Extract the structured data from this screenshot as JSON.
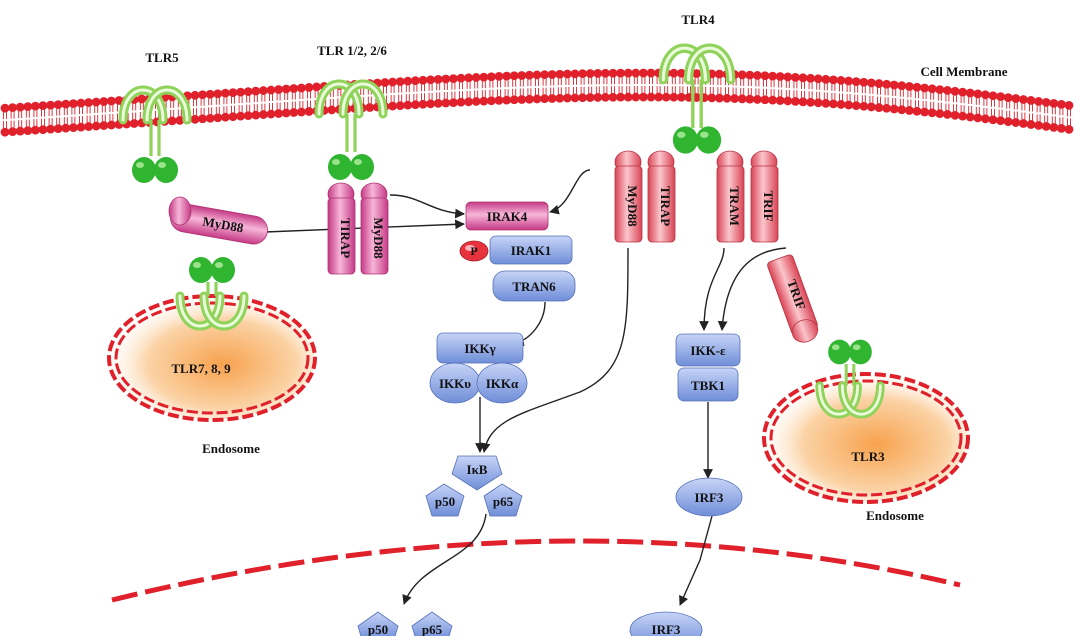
{
  "labels": {
    "tlr5": "TLR5",
    "tlr126": "TLR 1/2, 2/6",
    "tlr4": "TLR4",
    "cell_membrane": "Cell Membrane",
    "tlr789": "TLR7, 8, 9",
    "endosome_left": "Endosome",
    "endosome_right": "Endosome",
    "tlr3": "TLR3"
  },
  "molecules": {
    "myd88_left": "MyD88",
    "tirap_mid": "TIRAP",
    "myd88_mid": "MyD88",
    "irak4": "IRAK4",
    "p": "P",
    "irak1": "IRAK1",
    "tran6": "TRAN6",
    "ikk_gamma": "IKKγ",
    "ikk_v": "IKKυ",
    "ikk_a": "IKKα",
    "ikb": "IκB",
    "p50": "p50",
    "p65": "p65",
    "myd88_tlr4": "MyD88",
    "tirap_tlr4": "TIRAP",
    "tram": "TRAM",
    "trif": "TRIF",
    "trif_tlr3": "TRIF",
    "ikk_e": "IKK-ε",
    "tbk1": "TBK1",
    "irf3": "IRF3",
    "p50_nuc": "p50",
    "p65_nuc": "p65",
    "irf3_nuc": "IRF3"
  },
  "colors": {
    "membrane": "#e0202a",
    "receptor_green": "#8fd35a",
    "tir_green": "#2fb52f",
    "pink": "#e86ba6",
    "red_adapter": "#e85a6a",
    "blue": "#8fa8e6",
    "endosome_fill": "#f6a04a"
  }
}
